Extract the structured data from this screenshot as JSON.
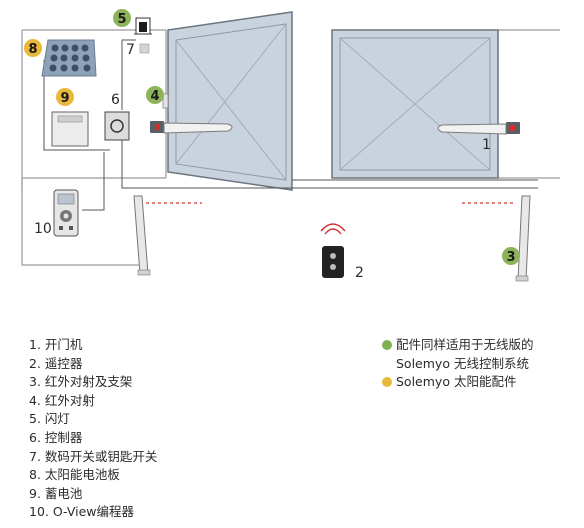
{
  "colors": {
    "gate_fill": "#c9d3dd",
    "gate_stroke": "#6b7580",
    "wall": "#9a9a9a",
    "badge_yellow": "#e8b83a",
    "badge_green": "#8db45a",
    "dot_green": "#7fb04f",
    "dot_yellow": "#e8b83a",
    "signal_red": "#d0312d"
  },
  "icons": [
    "flashing-light-icon",
    "keypad-switch-icon",
    "solar-panel-icon",
    "battery-icon",
    "control-unit-icon",
    "remote-control-icon",
    "oview-programmer-icon",
    "photocell-column-icon",
    "gate-opener-arm-icon"
  ],
  "callouts": {
    "n1": "1",
    "n2": "2",
    "n3": "3",
    "n4": "4",
    "n5": "5",
    "n6": "6",
    "n7": "7",
    "n8": "8",
    "n9": "9",
    "n10": "10"
  },
  "legend": [
    "1. 开门机",
    "2. 遥控器",
    "3. 红外对射及支架",
    "4. 红外对射",
    "5. 闪灯",
    "6. 控制器",
    "7. 数码开关或钥匙开关",
    "8. 太阳能电池板",
    "9. 蓄电池",
    "10. O-View编程器"
  ],
  "notes": {
    "green_line1": "配件同样适用于无线版的",
    "green_line2": "Solemyo 无线控制系统",
    "yellow_line1": "Solemyo 太阳能配件"
  }
}
